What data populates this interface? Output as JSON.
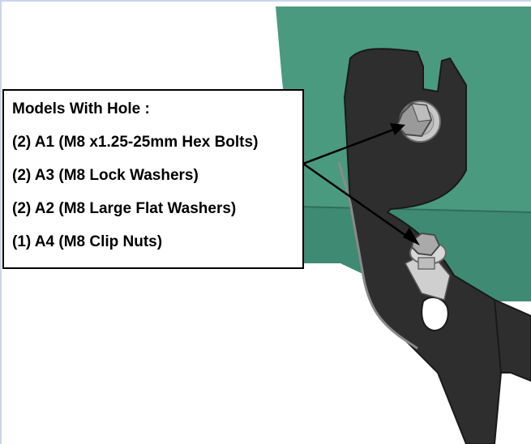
{
  "callout": {
    "title": "Models With Hole :",
    "items": [
      "(2) A1 (M8 x1.25-25mm Hex Bolts)",
      "(2) A3 (M8 Lock Washers)",
      "(2) A2 (M8 Large Flat Washers)",
      "(1) A4 (M8 Clip Nuts)"
    ]
  },
  "colors": {
    "panel": "#4a9a80",
    "bracket": "#2e2e2e",
    "callout_border": "#000000"
  }
}
